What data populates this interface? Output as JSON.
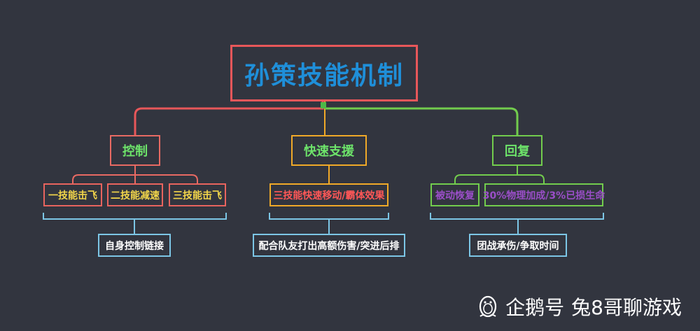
{
  "diagram": {
    "title": "孙策技能机制",
    "branches": [
      {
        "label": "控制",
        "items": [
          "一技能击飞",
          "二技能减速",
          "三技能击飞"
        ],
        "note": "自身控制链接"
      },
      {
        "label": "快速支援",
        "items": [
          "三技能快速移动/霸体效果"
        ],
        "note": "配合队友打出高额伤害/突进后排"
      },
      {
        "label": "回复",
        "items": [
          "被动恢复",
          "30%物理加成/3%已损生命"
        ],
        "note": "团战承伤/争取时间"
      }
    ]
  },
  "colors": {
    "background": "#32353f",
    "title": "#1f8fd9",
    "connector_left": "#e8575a",
    "connector_middle": "#f0a928",
    "connector_right": "#72cc4d",
    "note_border": "#7cc6e6"
  },
  "watermark": {
    "platform": "企鹅号",
    "author": "兔8哥聊游戏",
    "icon": "penguin-icon"
  }
}
